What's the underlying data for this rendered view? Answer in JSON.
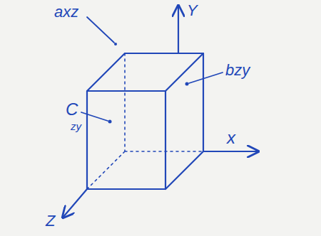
{
  "diagram": {
    "labels": [
      "axz",
      "Y",
      "bzy",
      "C",
      "zy",
      "x",
      "Z"
    ]
  }
}
